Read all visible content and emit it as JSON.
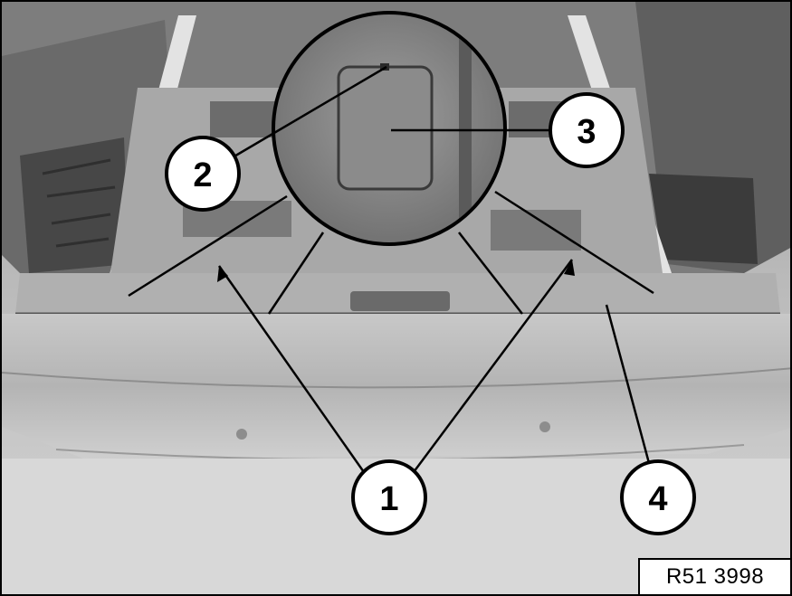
{
  "callouts": [
    {
      "id": "1",
      "label": "1"
    },
    {
      "id": "2",
      "label": "2"
    },
    {
      "id": "3",
      "label": "3"
    },
    {
      "id": "4",
      "label": "4"
    }
  ],
  "reference_code": "R51 3998",
  "colors": {
    "photo_light": "#c9c9c9",
    "photo_mid": "#9a9a9a",
    "photo_dark": "#4a4a4a",
    "callout_fill": "#ffffff",
    "callout_stroke": "#000000"
  }
}
